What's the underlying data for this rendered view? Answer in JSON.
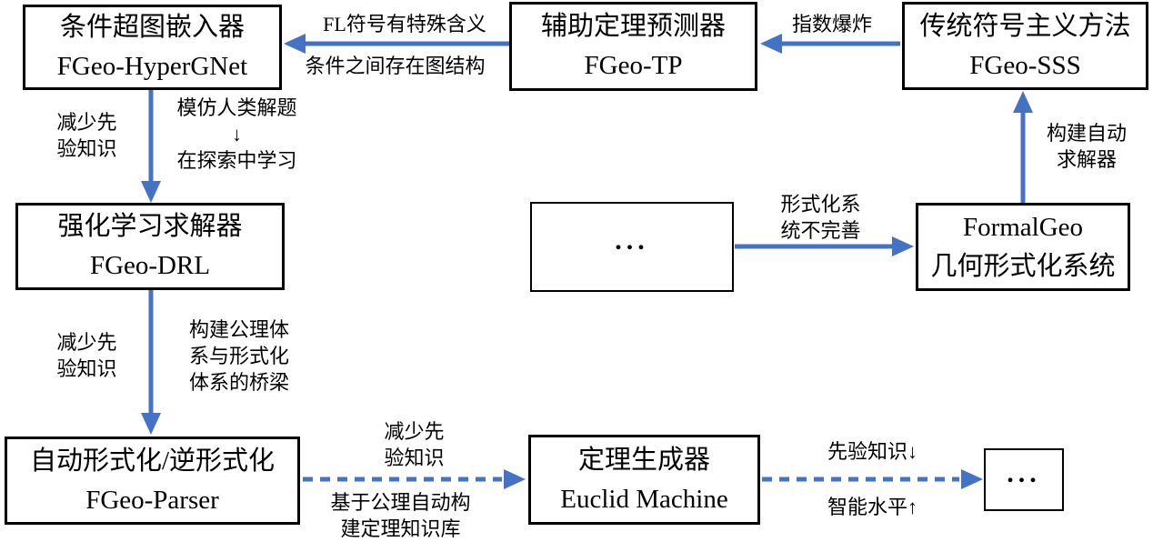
{
  "colors": {
    "arrow_blue": "#4472C4",
    "box_border": "#000000",
    "background": "#ffffff",
    "text": "#000000"
  },
  "diagram": {
    "boxes": [
      {
        "id": "hypergnet",
        "line1": "条件超图嵌入器",
        "line2": "FGeo-HyperGNet"
      },
      {
        "id": "tp",
        "line1": "辅助定理预测器",
        "line2": "FGeo-TP"
      },
      {
        "id": "sss",
        "line1": "传统符号主义方法",
        "line2": "FGeo-SSS"
      },
      {
        "id": "drl",
        "line1": "强化学习求解器",
        "line2": "FGeo-DRL"
      },
      {
        "id": "ellipsis-mid",
        "line1": "..."
      },
      {
        "id": "formalgeo",
        "line1": "FormalGeo",
        "line2": "几何形式化系统"
      },
      {
        "id": "parser",
        "line1": "自动形式化/逆形式化",
        "line2": "FGeo-Parser"
      },
      {
        "id": "euclid",
        "line1": "定理生成器",
        "line2": "Euclid Machine"
      },
      {
        "id": "ellipsis-end",
        "line1": "..."
      }
    ],
    "edges": [
      {
        "id": "tp-to-hypergnet",
        "style": "solid",
        "label_top": "FL符号有特殊含义",
        "label_bottom": "条件之间存在图结构"
      },
      {
        "id": "sss-to-tp",
        "style": "solid",
        "label_top": "指数爆炸"
      },
      {
        "id": "hypergnet-to-drl",
        "style": "solid",
        "label_left": "减少先\n验知识",
        "label_right": "模仿人类解题\n↓\n在探索中学习"
      },
      {
        "id": "formalgeo-to-sss",
        "style": "solid",
        "label_right": "构建自动\n求解器"
      },
      {
        "id": "ellipsis-to-formalgeo",
        "style": "solid",
        "label_top": "形式化系\n统不完善"
      },
      {
        "id": "drl-to-parser",
        "style": "solid",
        "label_left": "减少先\n验知识",
        "label_right": "构建公理体\n系与形式化\n体系的桥梁"
      },
      {
        "id": "parser-to-euclid",
        "style": "dashed",
        "label_top": "减少先\n验知识",
        "label_bottom": "基于公理自动构\n建定理知识库"
      },
      {
        "id": "euclid-to-ellipsis",
        "style": "dashed",
        "label_top": "先验知识↓",
        "label_bottom": "智能水平↑"
      }
    ]
  }
}
